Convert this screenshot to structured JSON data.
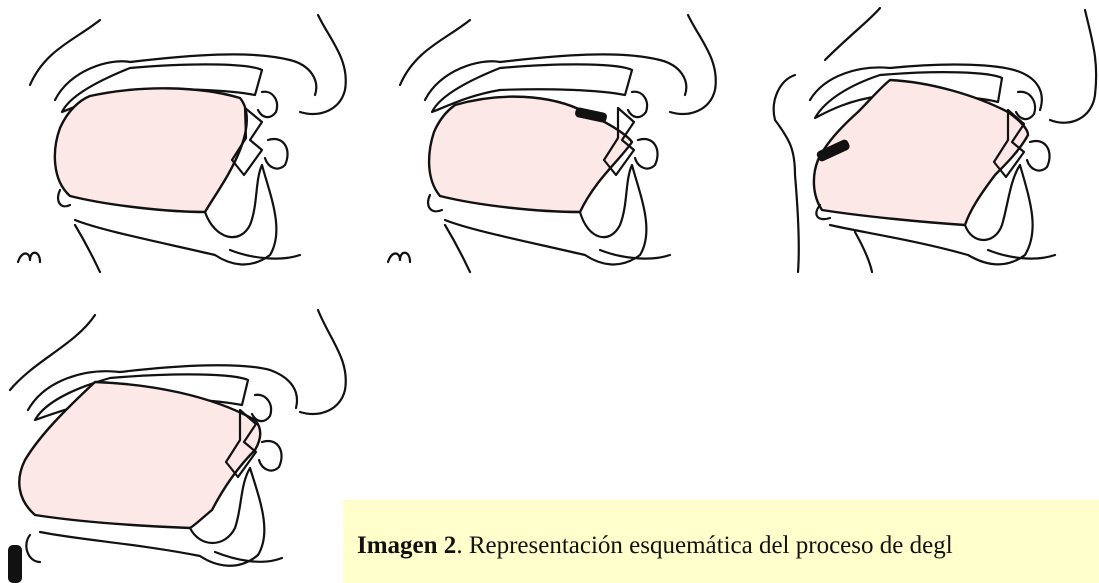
{
  "figure": {
    "panels": [
      {
        "stage": 1,
        "bolus": "none"
      },
      {
        "stage": 2,
        "bolus": "under-palate"
      },
      {
        "stage": 3,
        "bolus": "pharynx"
      },
      {
        "stage": 4,
        "bolus": "esophagus"
      }
    ],
    "colors": {
      "cavity_fill": "#fce8e6",
      "outline": "#111111",
      "bolus": "#111111",
      "caption_bg": "#ffffcc"
    }
  },
  "caption": {
    "label": "Imagen 2",
    "text": ". Representación esquemática del proceso de degl"
  }
}
